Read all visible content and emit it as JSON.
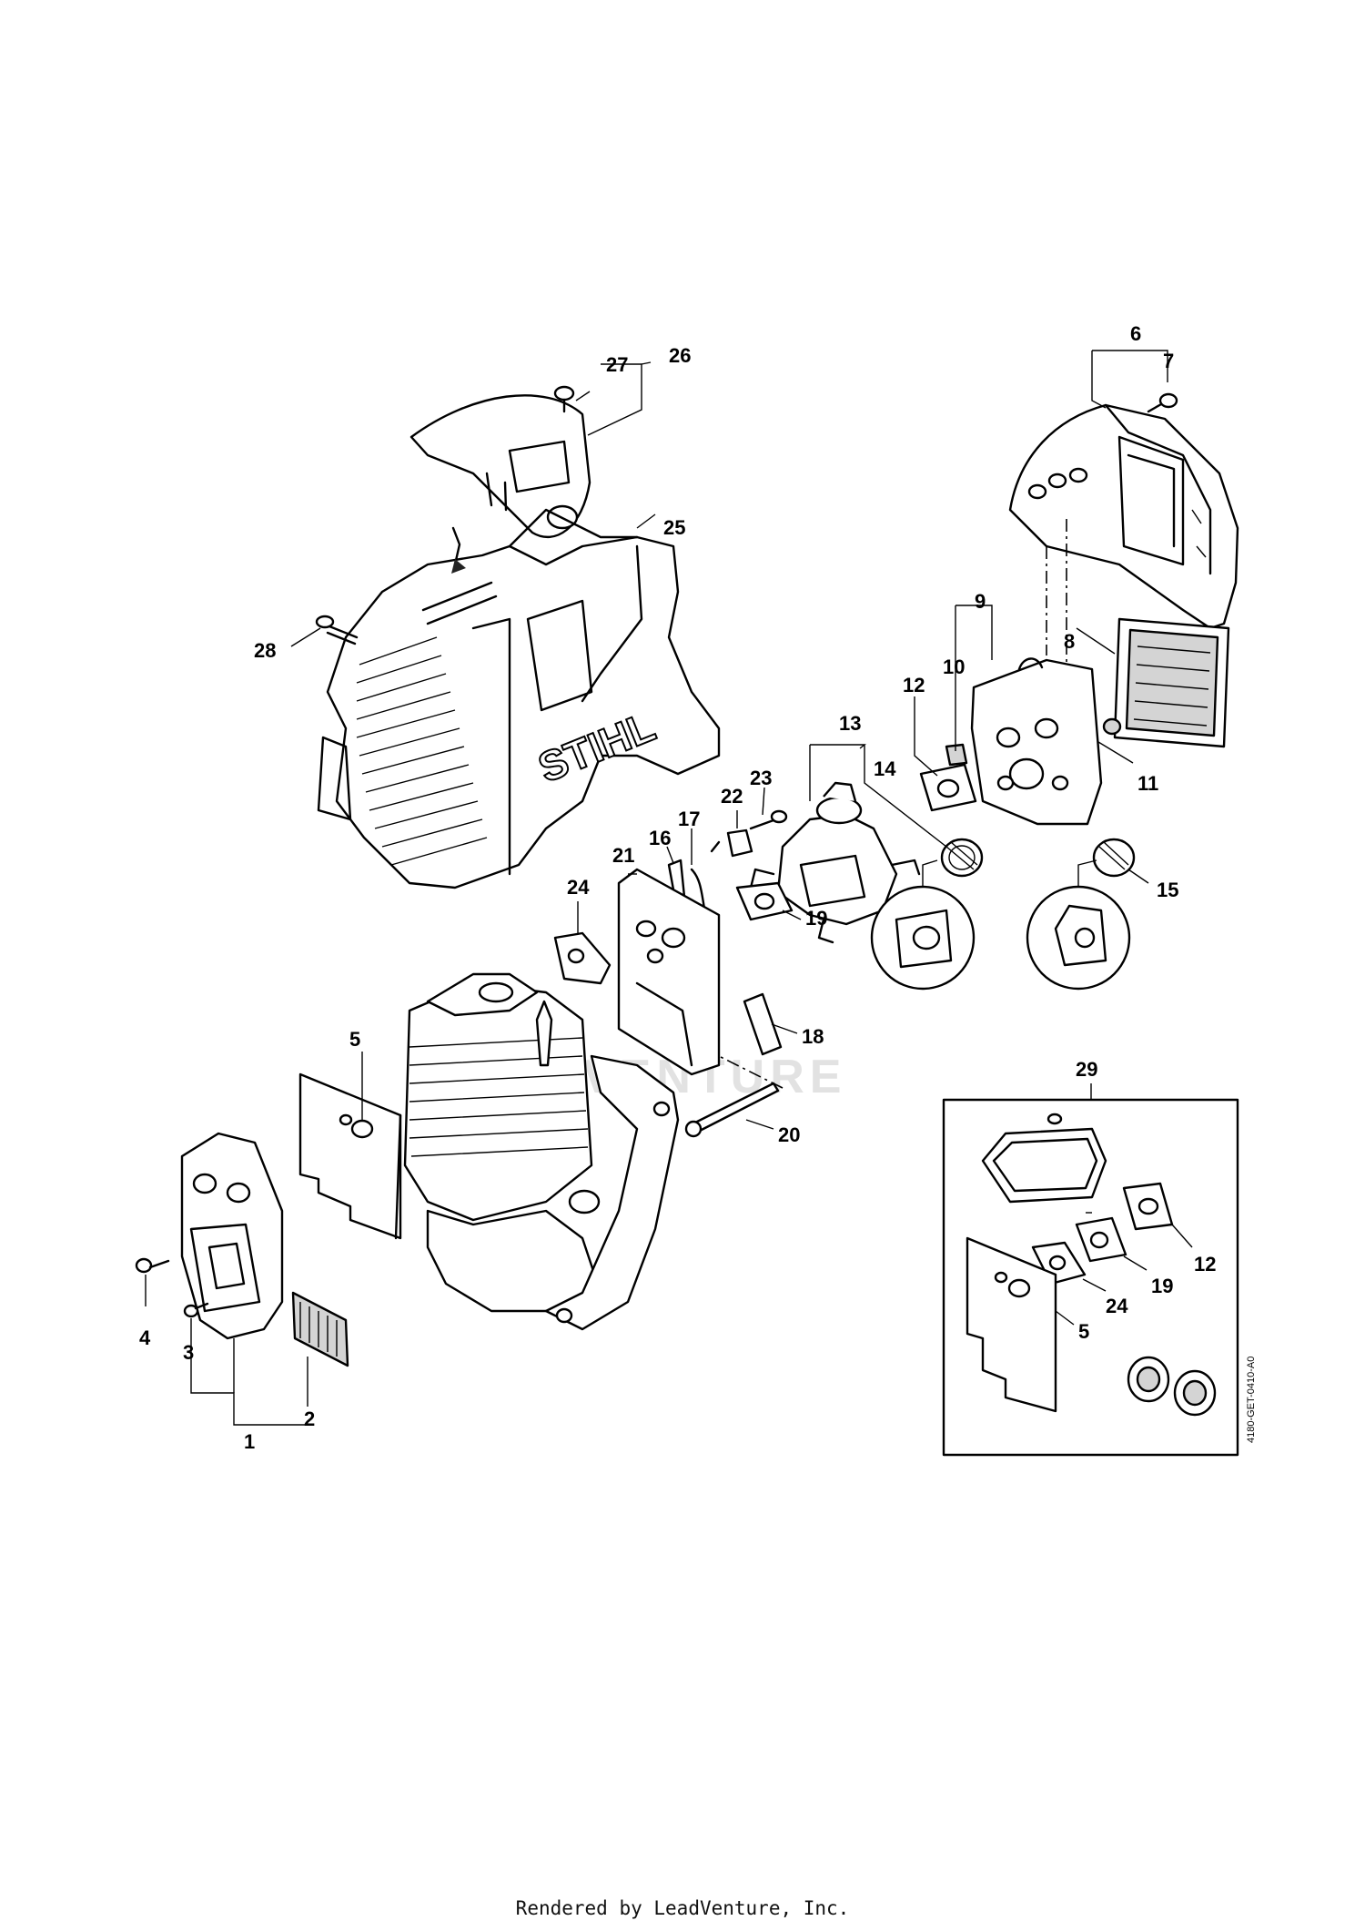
{
  "diagram": {
    "watermark": "VENTURE",
    "logo_text": "STIHL",
    "drawing_code": "4180-GET-0410-A0",
    "kit_labels": [
      "5",
      "24",
      "19",
      "12"
    ],
    "kit_number": "29",
    "part_numbers": [
      "1",
      "2",
      "3",
      "4",
      "5",
      "6",
      "7",
      "8",
      "9",
      "10",
      "11",
      "12",
      "13",
      "14",
      "15",
      "16",
      "17",
      "18",
      "19",
      "20",
      "21",
      "22",
      "23",
      "24",
      "25",
      "26",
      "27",
      "28"
    ]
  },
  "footer": {
    "text": "Rendered by LeadVenture, Inc."
  }
}
